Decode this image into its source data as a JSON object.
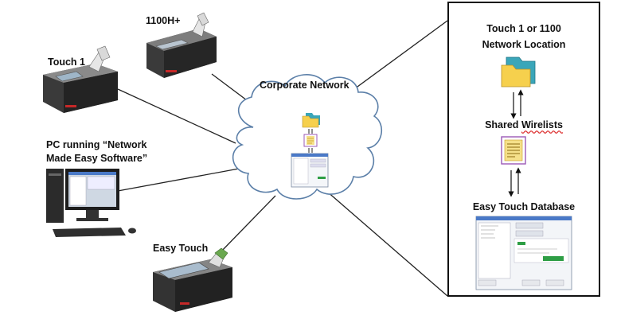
{
  "labels": {
    "device_1100h": "1100H+",
    "device_touch1": "Touch 1",
    "pc_line1": "PC running “Network",
    "pc_line2": "Made Easy Software”",
    "device_easy_touch": "Easy Touch",
    "cloud": "Corporate Network",
    "panel_location_line1": "Touch 1  or 1100",
    "panel_location_line2": "Network Location",
    "panel_wirelists_word1": "Shared",
    "panel_wirelists_word2": "Wirelists",
    "panel_database": "Easy Touch Database"
  },
  "colors": {
    "folder_yellow": "#f6d04d",
    "folder_teal": "#3aa6b9",
    "doc_border": "#9b59b6",
    "doc_fill": "#f5e08a",
    "device_body": "#2b2b2b",
    "device_accent": "#c62828"
  },
  "icons": {
    "folder": "folder-icon",
    "document": "document-icon",
    "arrows": "up-down-arrows-icon"
  }
}
